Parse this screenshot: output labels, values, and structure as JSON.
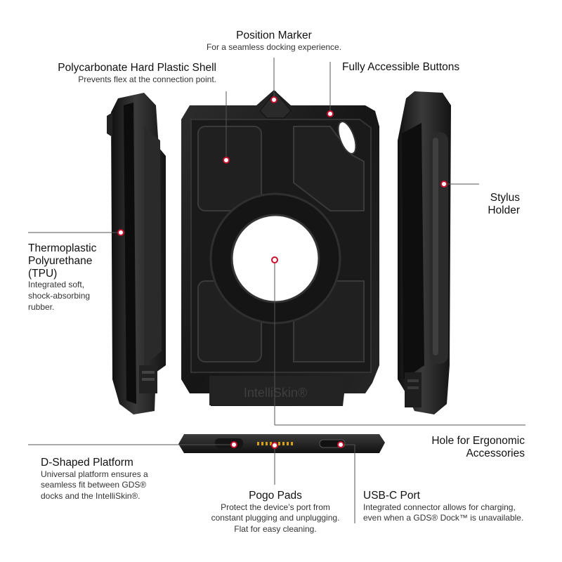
{
  "labels": {
    "position_marker": {
      "title": "Position Marker",
      "desc": "For a seamless docking experience."
    },
    "shell": {
      "title": "Polycarbonate Hard Plastic Shell",
      "desc": "Prevents flex at the connection point."
    },
    "buttons": {
      "title": "Fully Accessible Buttons"
    },
    "stylus": {
      "title_line1": "Stylus",
      "title_line2": "Holder"
    },
    "tpu": {
      "title_line1": "Thermoplastic",
      "title_line2": "Polyurethane",
      "title_line3": "(TPU)",
      "desc_line1": "Integrated soft,",
      "desc_line2": "shock-absorbing",
      "desc_line3": "rubber."
    },
    "hole": {
      "title_line1": "Hole for Ergonomic",
      "title_line2": "Accessories"
    },
    "platform": {
      "title": "D-Shaped Platform",
      "desc_line1": "Universal platform ensures a",
      "desc_line2": "seamless fit between GDS®",
      "desc_line3": "docks and the IntelliSkin®."
    },
    "pogo": {
      "title": "Pogo Pads",
      "desc_line1": "Protect the device’s port from",
      "desc_line2": "constant plugging and unplugging.",
      "desc_line3": "Flat for easy cleaning."
    },
    "usbc": {
      "title": "USB-C Port",
      "desc_line1": "Integrated connector allows for charging,",
      "desc_line2": "even when a GDS® Dock™ is unavailable."
    }
  },
  "product_embossing": "IntelliSkin®",
  "colors": {
    "accent": "#c8102e",
    "case": "#1c1c1c",
    "case_light": "#3a3a3a",
    "line": "#555555"
  }
}
